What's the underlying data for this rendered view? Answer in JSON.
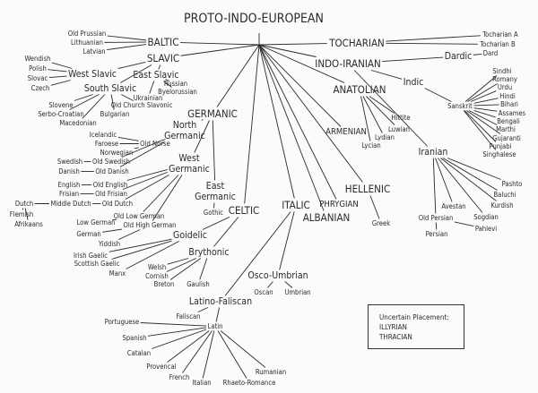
{
  "title": "PROTO-INDO-EUROPEAN",
  "nodes": {
    "baltic": "BALTIC",
    "old-prussian": "Old Prussian",
    "lithuanian": "Lithuanian",
    "latvian": "Latvian",
    "slavic": "SLAVIC",
    "west-slavic": "West Slavic",
    "wendish": "Wendish",
    "polish": "Polish",
    "slovac": "Slovac",
    "czech": "Czech",
    "east-slavic": "East Slavic",
    "russian": "Russian",
    "byelorussian": "Byelorussian",
    "ukrainian": "Ukrainian",
    "south-slavic": "South Slavic",
    "slovene": "Slovene",
    "serbo-croatian": "Serbo-Croatian",
    "macedonian": "Macedonian",
    "bulgarian": "Bulgarian",
    "old-church-slavonic": "Old Church Slavonic",
    "tocharian": "TOCHARIAN",
    "tocharian-a": "Tocharian A",
    "tocharian-b": "Tocharian B",
    "indo-iranian": "INDO-IRANIAN",
    "dardic": "Dardic",
    "dard": "Dard",
    "indic": "Indic",
    "sanskrit": "Sanskrit",
    "sindhi": "Sindhi",
    "romany": "Romany",
    "urdu": "Urdu",
    "hindi": "Hindi",
    "bihari": "Bihari",
    "assames": "Assames",
    "bengali": "Bengali",
    "marthi": "Marthi",
    "gujaranti": "Gujaranti",
    "punjabi": "Punjabi",
    "singhalese": "Singhalese",
    "iranian": "Iranian",
    "pashto": "Pashto",
    "baluchi": "Baluchi",
    "kurdish": "Kurdish",
    "sogdian": "Sogdian",
    "avestan": "Avestan",
    "old-persian": "Old Persian",
    "pahlevi": "Pahlevi",
    "persian": "Persian",
    "anatolian": "ANATOLIAN",
    "hittite": "Hittite",
    "luwian": "Luwian",
    "lydian": "Lydian",
    "lycian": "Lycian",
    "armenian": "ARMENIAN",
    "hellenic": "HELLENIC",
    "greek": "Greek",
    "phrygian": "PHRYGIAN",
    "albanian": "ALBANIAN",
    "italic": "ITALIC",
    "osco-umbrian": "Osco-Umbrian",
    "oscan": "Oscan",
    "umbrian": "Umbrian",
    "latino-faliscan": "Latino-Faliscan",
    "faliscan": "Faliscan",
    "latin": "Latin",
    "portuguese": "Portuguese",
    "spanish": "Spanish",
    "catalan": "Catalan",
    "provencal": "Provencal",
    "french": "French",
    "italian": "Italian",
    "rhaeto-romance": "Rhaeto-Romance",
    "rumanian": "Rumanian",
    "germanic": "GERMANIC",
    "north-germanic": "North Germanic",
    "old-norse": "Old Norse",
    "icelandic": "Icelandic",
    "faroese": "Faroese",
    "norwegian": "Norwegian",
    "old-swedish": "Old Swedish",
    "swedish": "Swedish",
    "old-danish": "Old Danish",
    "danish": "Danish",
    "west-germanic": "West Germanic",
    "old-english": "Old English",
    "english": "English",
    "old-frisian": "Old Frisian",
    "frisian": "Frisian",
    "old-dutch": "Old Dutch",
    "middle-dutch": "Middle Dutch",
    "dutch": "Dutch",
    "flemish": "Flemish",
    "afrikaans": "Afrikaans",
    "old-low-german": "Old Low German",
    "low-german": "Low German",
    "old-high-german": "Old High German",
    "german": "German",
    "yiddish": "Yiddish",
    "east-germanic": "East Germanic",
    "gothic": "Gothic",
    "celtic": "CELTIC",
    "goidelic": "Goidelic",
    "irish-gaelic": "Irish Gaelic",
    "scottish-gaelic": "Scottish Gaelic",
    "manx": "Manx",
    "brythonic": "Brythonic",
    "welsh": "Welsh",
    "cornish": "Cornish",
    "breton": "Breton",
    "gaulish": "Gaulish"
  },
  "edges": [
    [
      "root",
      "baltic"
    ],
    [
      "root",
      "slavic"
    ],
    [
      "root",
      "tocharian"
    ],
    [
      "root",
      "indo-iranian"
    ],
    [
      "root",
      "anatolian"
    ],
    [
      "root",
      "armenian"
    ],
    [
      "root",
      "hellenic"
    ],
    [
      "root",
      "phrygian"
    ],
    [
      "root",
      "albanian"
    ],
    [
      "root",
      "italic"
    ],
    [
      "root",
      "celtic"
    ],
    [
      "root",
      "germanic"
    ],
    [
      "baltic",
      "old-prussian"
    ],
    [
      "baltic",
      "lithuanian"
    ],
    [
      "baltic",
      "latvian"
    ],
    [
      "slavic",
      "west-slavic"
    ],
    [
      "slavic",
      "east-slavic"
    ],
    [
      "slavic",
      "south-slavic"
    ],
    [
      "west-slavic",
      "wendish"
    ],
    [
      "west-slavic",
      "polish"
    ],
    [
      "west-slavic",
      "slovac"
    ],
    [
      "west-slavic",
      "czech"
    ],
    [
      "east-slavic",
      "russian"
    ],
    [
      "east-slavic",
      "byelorussian"
    ],
    [
      "east-slavic",
      "ukrainian"
    ],
    [
      "south-slavic",
      "slovene"
    ],
    [
      "south-slavic",
      "serbo-croatian"
    ],
    [
      "south-slavic",
      "macedonian"
    ],
    [
      "south-slavic",
      "bulgarian"
    ],
    [
      "south-slavic",
      "old-church-slavonic"
    ],
    [
      "tocharian",
      "tocharian-a"
    ],
    [
      "tocharian",
      "tocharian-b"
    ],
    [
      "indo-iranian",
      "dardic"
    ],
    [
      "dardic",
      "dard"
    ],
    [
      "indo-iranian",
      "indic"
    ],
    [
      "indic",
      "sanskrit"
    ],
    [
      "indo-iranian",
      "iranian"
    ],
    [
      "sanskrit",
      "sindhi"
    ],
    [
      "sanskrit",
      "romany"
    ],
    [
      "sanskrit",
      "urdu"
    ],
    [
      "sanskrit",
      "hindi"
    ],
    [
      "sanskrit",
      "bihari"
    ],
    [
      "sanskrit",
      "assames"
    ],
    [
      "sanskrit",
      "bengali"
    ],
    [
      "sanskrit",
      "marthi"
    ],
    [
      "sanskrit",
      "gujaranti"
    ],
    [
      "sanskrit",
      "punjabi"
    ],
    [
      "sanskrit",
      "singhalese"
    ],
    [
      "iranian",
      "pashto"
    ],
    [
      "iranian",
      "baluchi"
    ],
    [
      "iranian",
      "kurdish"
    ],
    [
      "iranian",
      "sogdian"
    ],
    [
      "iranian",
      "avestan"
    ],
    [
      "iranian",
      "old-persian"
    ],
    [
      "old-persian",
      "pahlevi"
    ],
    [
      "old-persian",
      "persian"
    ],
    [
      "anatolian",
      "hittite"
    ],
    [
      "anatolian",
      "luwian"
    ],
    [
      "anatolian",
      "lydian"
    ],
    [
      "anatolian",
      "lycian"
    ],
    [
      "hellenic",
      "greek"
    ],
    [
      "italic",
      "osco-umbrian"
    ],
    [
      "italic",
      "latino-faliscan"
    ],
    [
      "osco-umbrian",
      "oscan"
    ],
    [
      "osco-umbrian",
      "umbrian"
    ],
    [
      "latino-faliscan",
      "faliscan"
    ],
    [
      "latino-faliscan",
      "latin"
    ],
    [
      "latin",
      "portuguese"
    ],
    [
      "latin",
      "spanish"
    ],
    [
      "latin",
      "catalan"
    ],
    [
      "latin",
      "provencal"
    ],
    [
      "latin",
      "french"
    ],
    [
      "latin",
      "italian"
    ],
    [
      "latin",
      "rhaeto-romance"
    ],
    [
      "latin",
      "rumanian"
    ],
    [
      "germanic",
      "north-germanic"
    ],
    [
      "germanic",
      "west-germanic"
    ],
    [
      "germanic",
      "east-germanic"
    ],
    [
      "north-germanic",
      "old-norse"
    ],
    [
      "old-norse",
      "icelandic"
    ],
    [
      "old-norse",
      "faroese"
    ],
    [
      "old-norse",
      "norwegian"
    ],
    [
      "north-germanic",
      "old-swedish"
    ],
    [
      "old-swedish",
      "swedish"
    ],
    [
      "north-germanic",
      "old-danish"
    ],
    [
      "old-danish",
      "danish"
    ],
    [
      "west-germanic",
      "old-english"
    ],
    [
      "old-english",
      "english"
    ],
    [
      "west-germanic",
      "old-frisian"
    ],
    [
      "old-frisian",
      "frisian"
    ],
    [
      "west-germanic",
      "old-dutch"
    ],
    [
      "old-dutch",
      "middle-dutch"
    ],
    [
      "middle-dutch",
      "dutch"
    ],
    [
      "dutch",
      "flemish"
    ],
    [
      "dutch",
      "afrikaans"
    ],
    [
      "west-germanic",
      "old-low-german"
    ],
    [
      "old-low-german",
      "low-german"
    ],
    [
      "west-germanic",
      "old-high-german"
    ],
    [
      "old-high-german",
      "german"
    ],
    [
      "old-high-german",
      "yiddish"
    ],
    [
      "east-germanic",
      "gothic"
    ],
    [
      "celtic",
      "goidelic"
    ],
    [
      "celtic",
      "brythonic"
    ],
    [
      "goidelic",
      "irish-gaelic"
    ],
    [
      "goidelic",
      "scottish-gaelic"
    ],
    [
      "goidelic",
      "manx"
    ],
    [
      "brythonic",
      "welsh"
    ],
    [
      "brythonic",
      "cornish"
    ],
    [
      "brythonic",
      "breton"
    ],
    [
      "brythonic",
      "gaulish"
    ]
  ],
  "legend": {
    "heading": "Uncertain Placement:",
    "items": [
      "ILLYRIAN",
      "THRACIAN"
    ]
  }
}
